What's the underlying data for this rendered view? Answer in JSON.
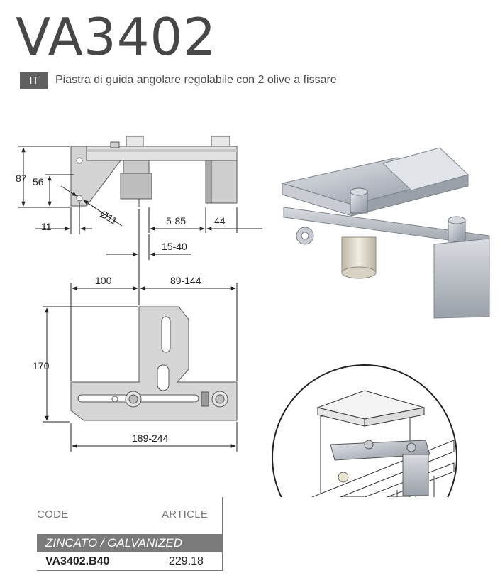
{
  "header": {
    "title": "VA3402",
    "lang": "IT",
    "subtitle": "Piastra di guida angolare regolabile con 2 olive a fissare"
  },
  "dimensions": {
    "d87": "87",
    "d56": "56",
    "d11": "11",
    "dia11": "Ø11",
    "d585": "5-85",
    "d44": "44",
    "d1540": "15-40",
    "d100": "100",
    "d89144": "89-144",
    "d170": "170",
    "d189244": "189-244"
  },
  "table": {
    "code_header": "CODE",
    "article_header": "ARTICLE",
    "finish": "ZINCATO / GALVANIZED",
    "code": "VA3402.B40",
    "article": "229.18"
  }
}
